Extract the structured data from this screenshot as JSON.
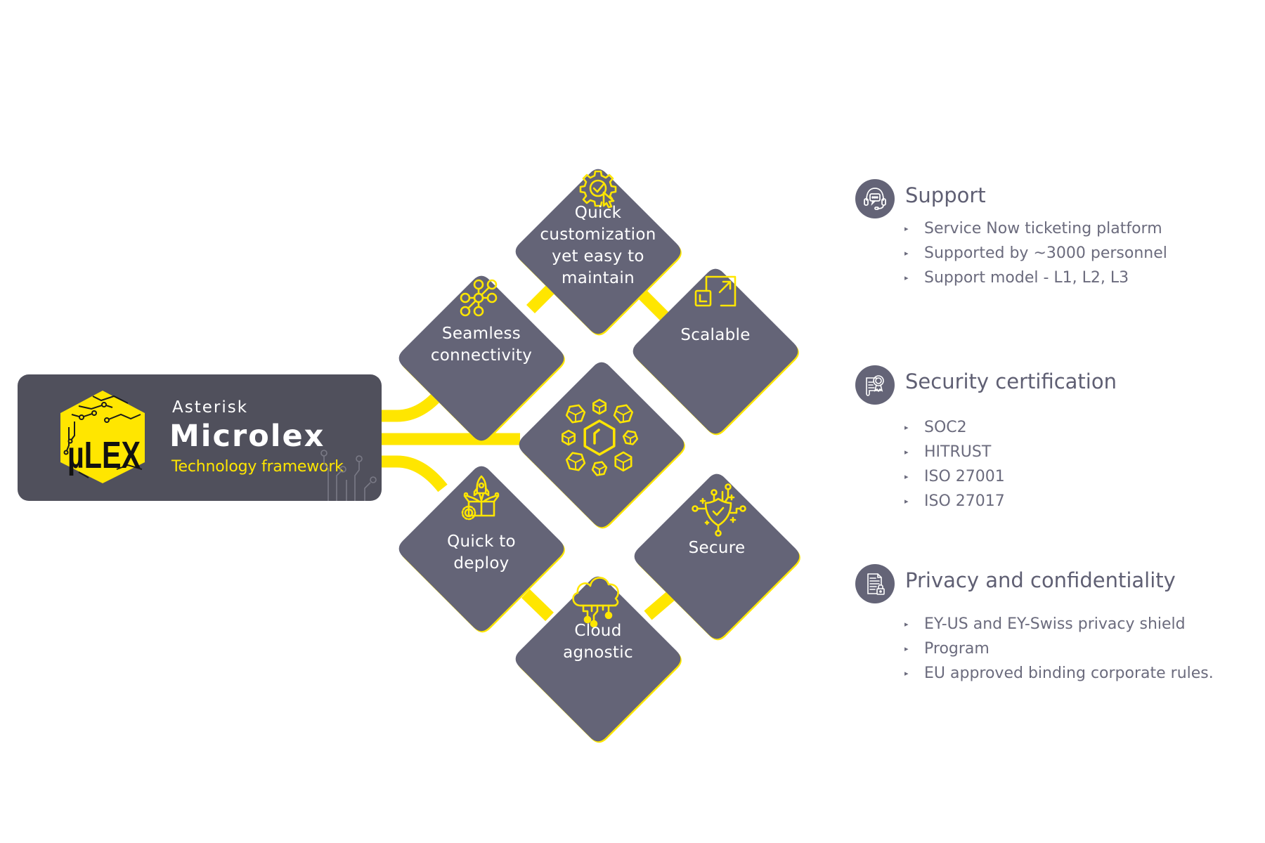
{
  "brand": {
    "logo_monogram": "µLEX",
    "company": "Asterisk",
    "product": "Microlex",
    "tagline": "Technology framework"
  },
  "colors": {
    "accent_yellow": "#FFE600",
    "panel_dark": "#50505C",
    "tile_gray": "#646477",
    "text_gray": "#5F5F73"
  },
  "tiles": [
    {
      "id": "quick-customization",
      "icon": "gear-check-cursor-icon",
      "lines": [
        "Quick",
        "customization",
        "yet easy to",
        "maintain"
      ]
    },
    {
      "id": "seamless-connectivity",
      "icon": "network-nodes-icon",
      "lines": [
        "Seamless",
        "connectivity"
      ]
    },
    {
      "id": "scalable",
      "icon": "resize-expand-icon",
      "lines": [
        "Scalable"
      ]
    },
    {
      "id": "core",
      "icon": "hexagon-modules-icon",
      "lines": []
    },
    {
      "id": "quick-to-deploy",
      "icon": "rocket-box-icon",
      "lines": [
        "Quick to",
        "deploy"
      ]
    },
    {
      "id": "secure",
      "icon": "shield-check-circuit-icon",
      "lines": [
        "Secure"
      ]
    },
    {
      "id": "cloud-agnostic",
      "icon": "cloud-circuit-icon",
      "lines": [
        "Cloud",
        "agnostic"
      ]
    }
  ],
  "sections": [
    {
      "title": "Support",
      "icon": "headset-chat-icon",
      "bullet": "▸",
      "items": [
        "Service Now ticketing platform",
        "Supported by ~3000 personnel",
        "Support model -  L1, L2, L3"
      ]
    },
    {
      "title": "Security certification",
      "icon": "certificate-badge-icon",
      "bullet": "▸",
      "items": [
        "SOC2",
        "HITRUST",
        "ISO 27001",
        "ISO 27017"
      ]
    },
    {
      "title": "Privacy and confidentiality",
      "icon": "document-lock-icon",
      "bullet": "▸",
      "items": [
        "EY-US and EY-Swiss privacy shield",
        "Program",
        "EU approved binding corporate rules."
      ]
    }
  ]
}
